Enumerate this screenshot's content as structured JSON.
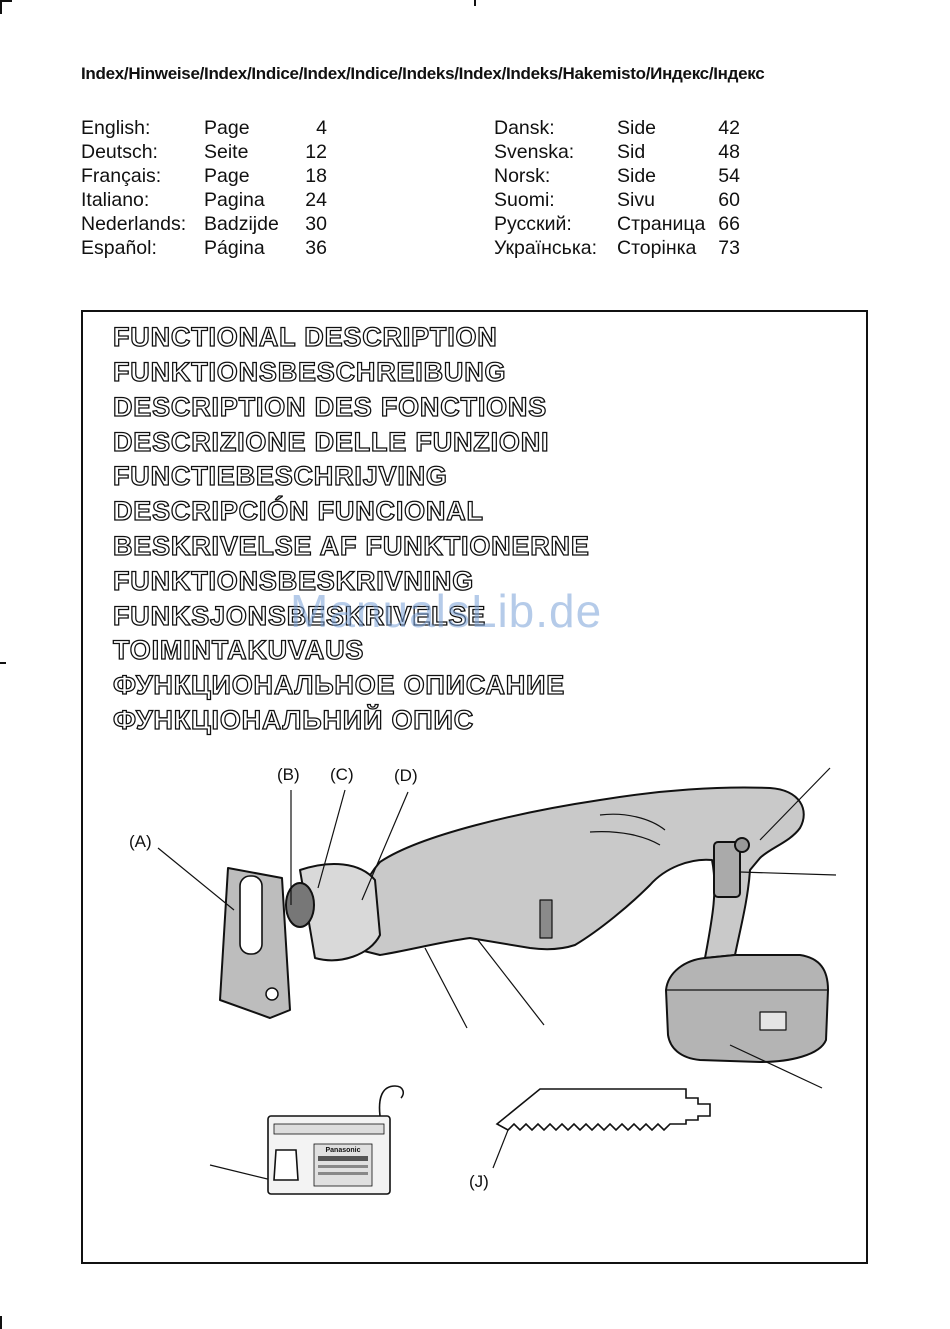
{
  "index": {
    "title": "Index/Hinweise/Index/Indice/Index/Indice/Indeks/Index/Indeks/Hakemisto/Индекс/Індекс",
    "left_column": [
      {
        "language": "English:",
        "word": "Page",
        "page": "4"
      },
      {
        "language": "Deutsch:",
        "word": "Seite",
        "page": "12"
      },
      {
        "language": "Français:",
        "word": "Page",
        "page": "18"
      },
      {
        "language": "Italiano:",
        "word": "Pagina",
        "page": "24"
      },
      {
        "language": "Nederlands:",
        "word": "Badzijde",
        "page": "30"
      },
      {
        "language": "Español:",
        "word": "Página",
        "page": "36"
      }
    ],
    "right_column": [
      {
        "language": "Dansk:",
        "word": "Side",
        "page": "42"
      },
      {
        "language": "Svenska:",
        "word": "Sid",
        "page": "48"
      },
      {
        "language": "Norsk:",
        "word": "Side",
        "page": "54"
      },
      {
        "language": "Suomi:",
        "word": "Sivu",
        "page": "60"
      },
      {
        "language": "Русский:",
        "word": "Страница",
        "page": "66"
      },
      {
        "language": "Українська:",
        "word": "Сторінка",
        "page": "73"
      }
    ]
  },
  "functional_description": {
    "headings": [
      "FUNCTIONAL DESCRIPTION",
      "FUNKTIONSBESCHREIBUNG",
      "DESCRIPTION DES FONCTIONS",
      "DESCRIZIONE DELLE FUNZIONI",
      "FUNCTIEBESCHRIJVING",
      "DESCRIPCIÓN FUNCIONAL",
      "BESKRIVELSE AF FUNKTIONERNE",
      "FUNKTIONSBESKRIVNING",
      "FUNKSJONSBESKRIVELSE",
      "TOIMINTAKUVAUS",
      "ФУНКЦИОНАЛЬНОЕ ОПИСАНИЕ",
      "ФУНКЦІОНАЛЬНИЙ ОПИС"
    ]
  },
  "callouts": {
    "a": "(A)",
    "b": "(B)",
    "c": "(C)",
    "d": "(D)",
    "j": "(J)"
  },
  "charger_logo": "Panasonic",
  "watermark": "ManualsLib.de"
}
